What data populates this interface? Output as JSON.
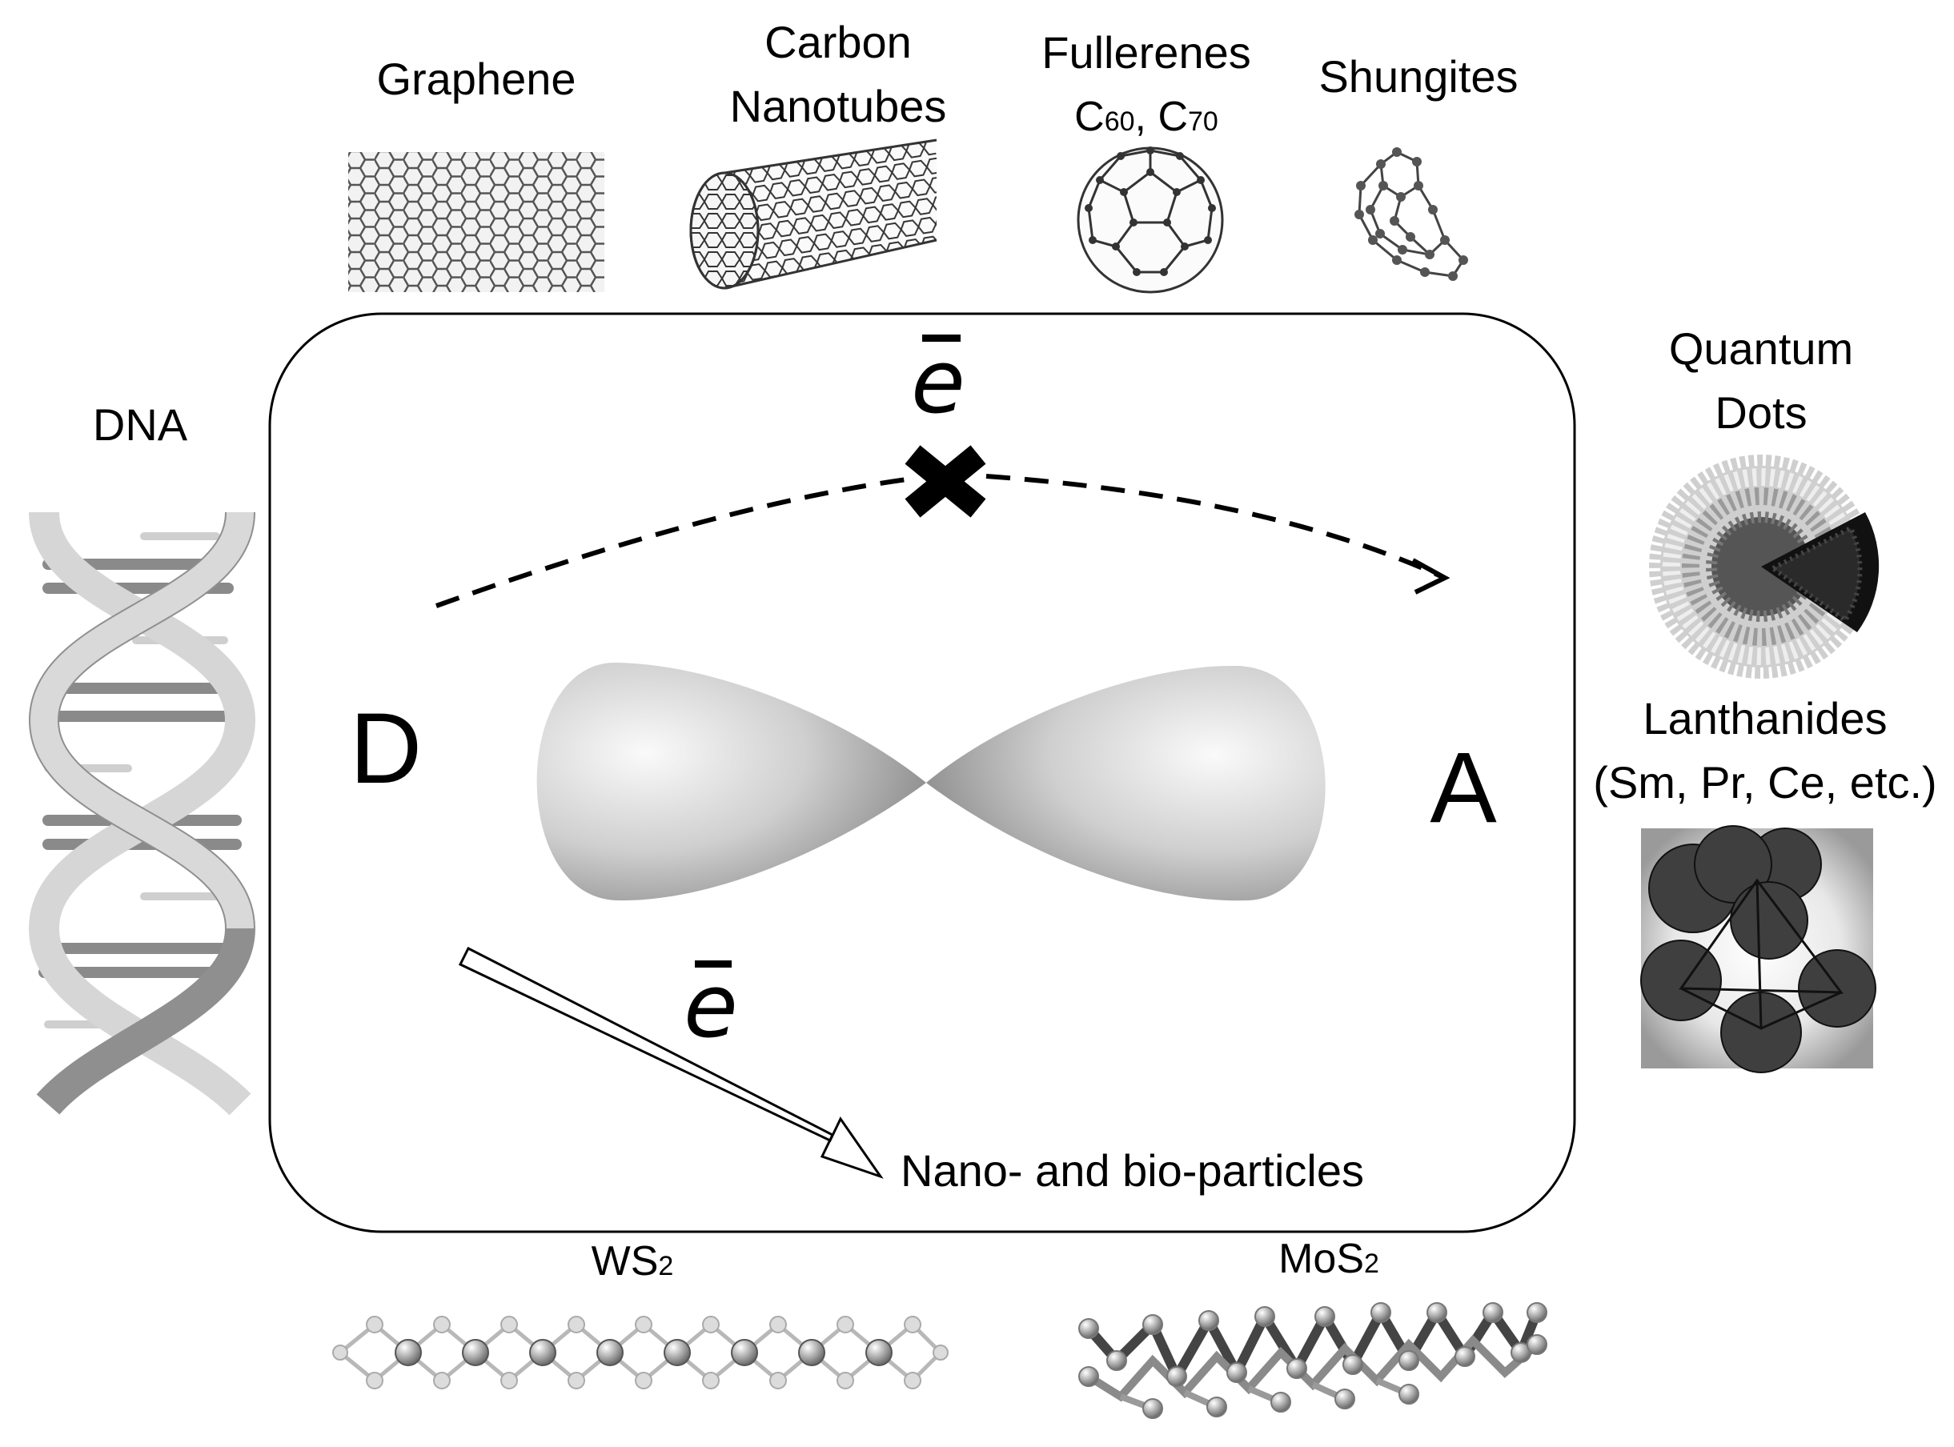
{
  "labels": {
    "graphene": "Graphene",
    "carbon_nanotubes_line1": "Carbon",
    "carbon_nanotubes_line2": "Nanotubes",
    "fullerenes_line1": "Fullerenes",
    "fullerenes_c": "C",
    "fullerenes_c60_sub": "60",
    "fullerenes_sep": ", C",
    "fullerenes_c70_sub": "70",
    "shungites": "Shungites",
    "dna": "DNA",
    "quantum_dots_line1": "Quantum",
    "quantum_dots_line2": "Dots",
    "lanthanides_line1": "Lanthanides",
    "lanthanides_line2": "(Sm, Pr, Ce, etc.)",
    "ws2": "WS",
    "ws2_sub": "2",
    "mos2": "MoS",
    "mos2_sub": "2",
    "donor": "D",
    "acceptor": "A",
    "electron_top": "e",
    "electron_bottom": "e",
    "nano_bio": "Nano- and bio-particles"
  },
  "colors": {
    "line": "#000000",
    "lobe_light": "#f4f4f4",
    "lobe_dark": "#8e8e8e",
    "dna_light": "#d6d6d6",
    "dna_dark": "#8a8a8a",
    "lanthanide_ball": "#3f3f3f"
  },
  "icons": {
    "blocked_transfer": "x-mark-icon",
    "transfer_arrow": "hollow-arrow-icon"
  }
}
